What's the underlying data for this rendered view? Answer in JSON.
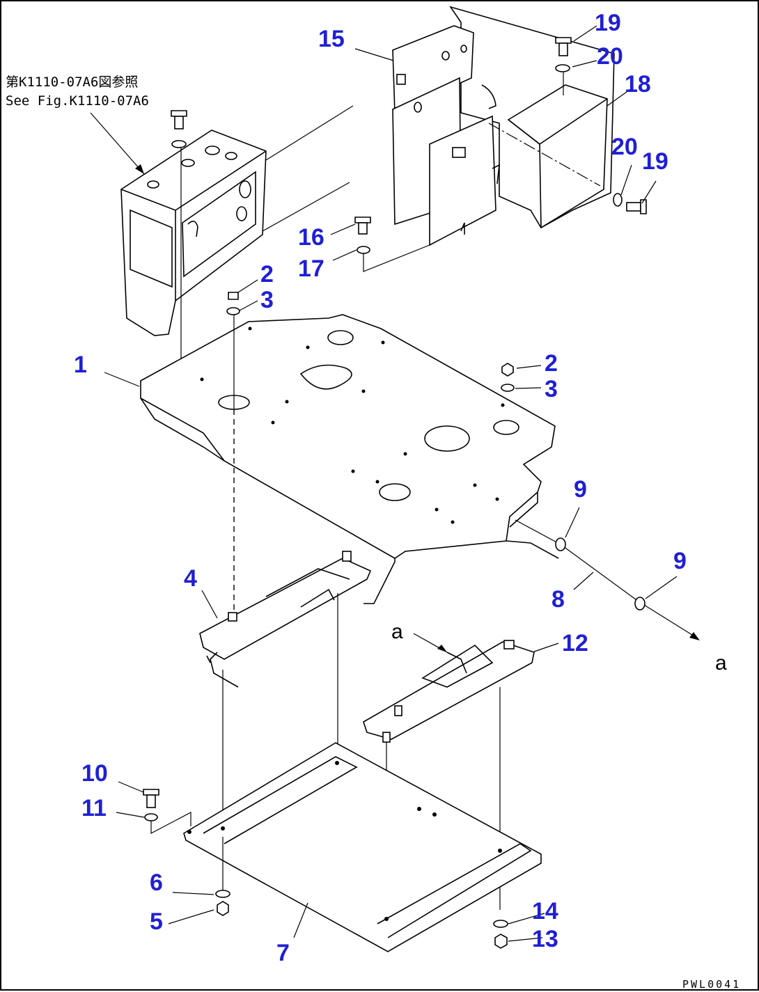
{
  "note": {
    "line1": "第K1110-07A6図参照",
    "line2": "See Fig.K1110-07A6"
  },
  "drawing_code": "PWL0041",
  "view_markers": {
    "upper": "a",
    "lower": "a"
  },
  "callouts": [
    {
      "id": "c1",
      "label": "1"
    },
    {
      "id": "c2a",
      "label": "2"
    },
    {
      "id": "c3a",
      "label": "3"
    },
    {
      "id": "c2b",
      "label": "2"
    },
    {
      "id": "c3b",
      "label": "3"
    },
    {
      "id": "c4",
      "label": "4"
    },
    {
      "id": "c5",
      "label": "5"
    },
    {
      "id": "c6",
      "label": "6"
    },
    {
      "id": "c7",
      "label": "7"
    },
    {
      "id": "c8",
      "label": "8"
    },
    {
      "id": "c9a",
      "label": "9"
    },
    {
      "id": "c9b",
      "label": "9"
    },
    {
      "id": "c10",
      "label": "10"
    },
    {
      "id": "c11",
      "label": "11"
    },
    {
      "id": "c12",
      "label": "12"
    },
    {
      "id": "c13",
      "label": "13"
    },
    {
      "id": "c14",
      "label": "14"
    },
    {
      "id": "c15",
      "label": "15"
    },
    {
      "id": "c16",
      "label": "16"
    },
    {
      "id": "c17",
      "label": "17"
    },
    {
      "id": "c18",
      "label": "18"
    },
    {
      "id": "c19a",
      "label": "19"
    },
    {
      "id": "c20a",
      "label": "20"
    },
    {
      "id": "c20b",
      "label": "20"
    },
    {
      "id": "c19b",
      "label": "19"
    }
  ],
  "colors": {
    "callout": "#1f1fd6",
    "line": "#000000"
  }
}
